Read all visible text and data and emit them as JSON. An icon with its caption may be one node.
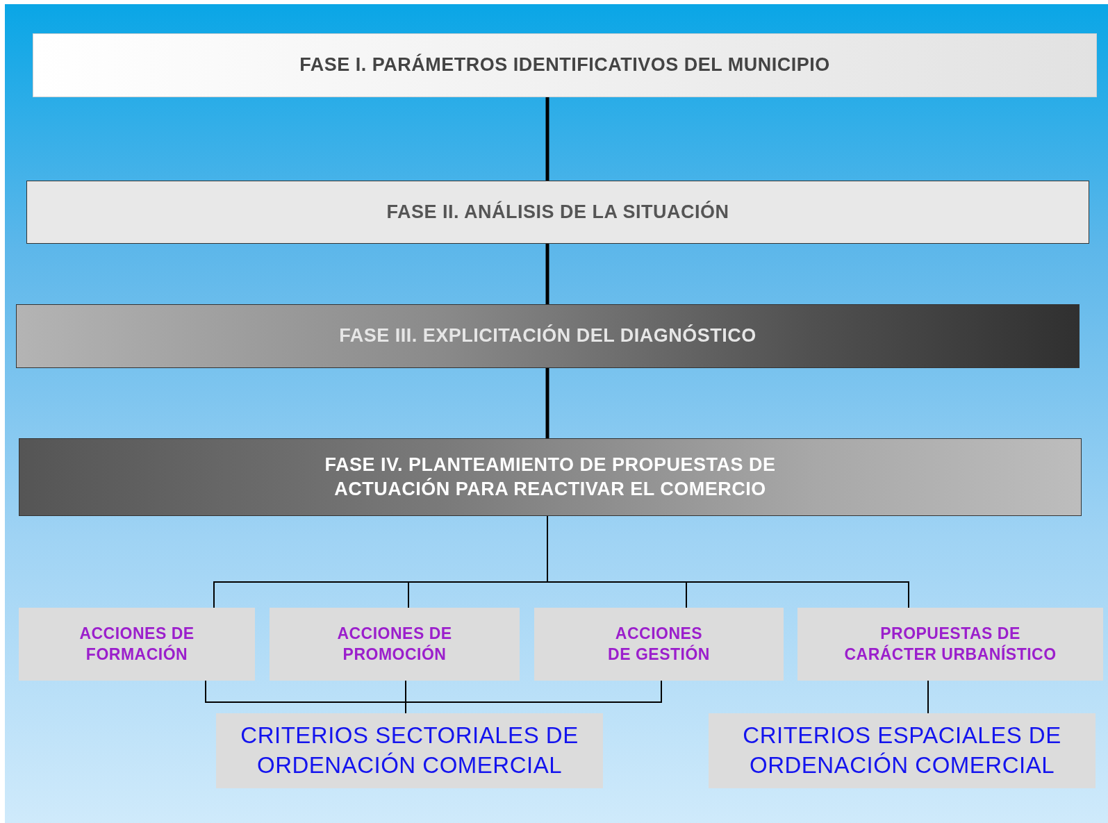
{
  "diagram": {
    "nodes": [
      {
        "text": [
          "FASE I. PARÁMETROS IDENTIFICATIVOS DEL MUNICIPIO"
        ]
      },
      {
        "text": [
          "FASE II. ANÁLISIS DE LA SITUACIÓN"
        ]
      },
      {
        "text": [
          "FASE III. EXPLICITACIÓN DEL DIAGNÓSTICO"
        ]
      },
      {
        "text": [
          "FASE IV. PLANTEAMIENTO DE PROPUESTAS DE ACTUACIÓN PARA REACTIVAR EL COMERCIO"
        ]
      },
      {
        "text": [
          "ACCIONES DE FORMACIÓN"
        ]
      },
      {
        "text": [
          "ACCIONES DE PROMOCIÓN"
        ]
      },
      {
        "text": [
          "ACCIONES DE GESTIÓN"
        ]
      },
      {
        "text": [
          "PROPUESTAS DE CARÁCTER URBANÍSTICO"
        ]
      },
      {
        "text": [
          "CRITERIOS SECTORIALES DE ORDENACIÓN COMERCIAL"
        ]
      },
      {
        "text": [
          "CRITERIOS ESPACIALES DE ORDENACIÓN COMERCIAL"
        ]
      }
    ],
    "edges": [
      {
        "from": 0,
        "to": 1,
        "arrow": "none",
        "style": "thick"
      },
      {
        "from": 1,
        "to": 2,
        "arrow": "none",
        "style": "thick"
      },
      {
        "from": 2,
        "to": 3,
        "arrow": "none",
        "style": "thick"
      },
      {
        "from": 3,
        "to": 4,
        "arrow": "none"
      },
      {
        "from": 3,
        "to": 5,
        "arrow": "none"
      },
      {
        "from": 3,
        "to": 6,
        "arrow": "none"
      },
      {
        "from": 3,
        "to": 7,
        "arrow": "none"
      },
      {
        "from": 4,
        "to": 8,
        "arrow": "none"
      },
      {
        "from": 5,
        "to": 8,
        "arrow": "none"
      },
      {
        "from": 6,
        "to": 8,
        "arrow": "none"
      },
      {
        "from": 7,
        "to": 9,
        "arrow": "none"
      }
    ]
  }
}
